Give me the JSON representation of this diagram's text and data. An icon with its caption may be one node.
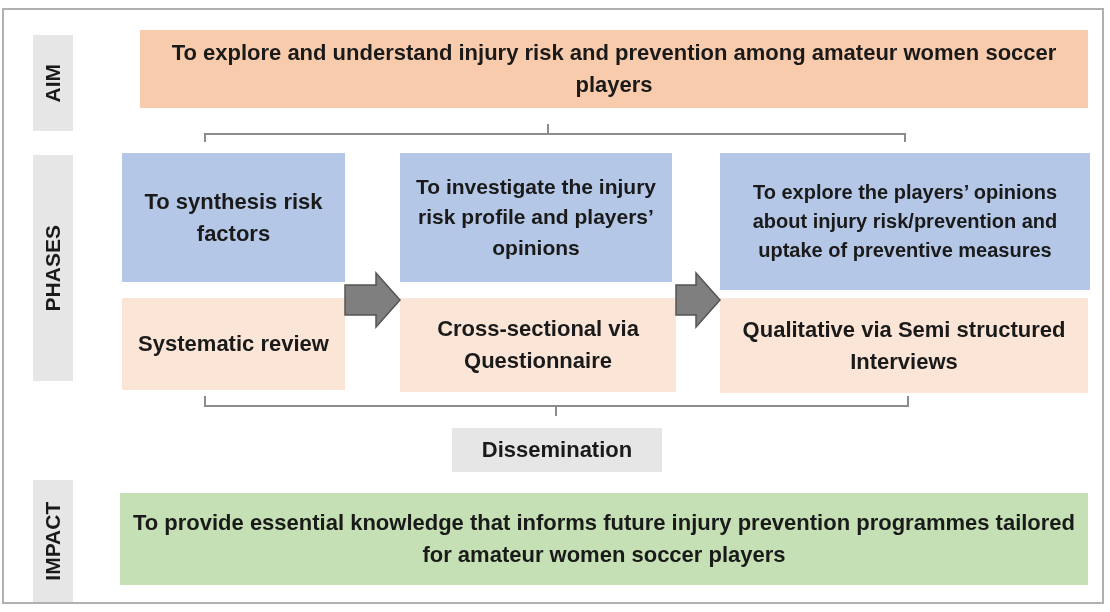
{
  "diagram": {
    "nodes": [
      {
        "text": [
          "AIM"
        ]
      },
      {
        "text": [
          "To explore and understand injury risk and prevention among amateur women soccer players"
        ]
      },
      {
        "text": [
          "PHASES"
        ]
      },
      {
        "text": [
          "To synthesis risk factors"
        ]
      },
      {
        "text": [
          "Systematic review"
        ]
      },
      {
        "text": [
          "To investigate the injury risk profile and players’ opinions"
        ]
      },
      {
        "text": [
          "Cross-sectional via Questionnaire"
        ]
      },
      {
        "text": [
          "To explore the players’ opinions about injury risk/prevention and uptake of preventive measures"
        ]
      },
      {
        "text": [
          "Qualitative via Semi structured Interviews"
        ]
      },
      {
        "text": [
          "Dissemination"
        ]
      },
      {
        "text": [
          "IMPACT"
        ]
      },
      {
        "text": [
          "To provide essential knowledge that informs future injury prevention programmes tailored for amateur women soccer players"
        ]
      }
    ],
    "edges": [
      {
        "from": 4,
        "to": 6,
        "arrow": "to"
      },
      {
        "from": 6,
        "to": 8,
        "arrow": "to"
      }
    ]
  }
}
